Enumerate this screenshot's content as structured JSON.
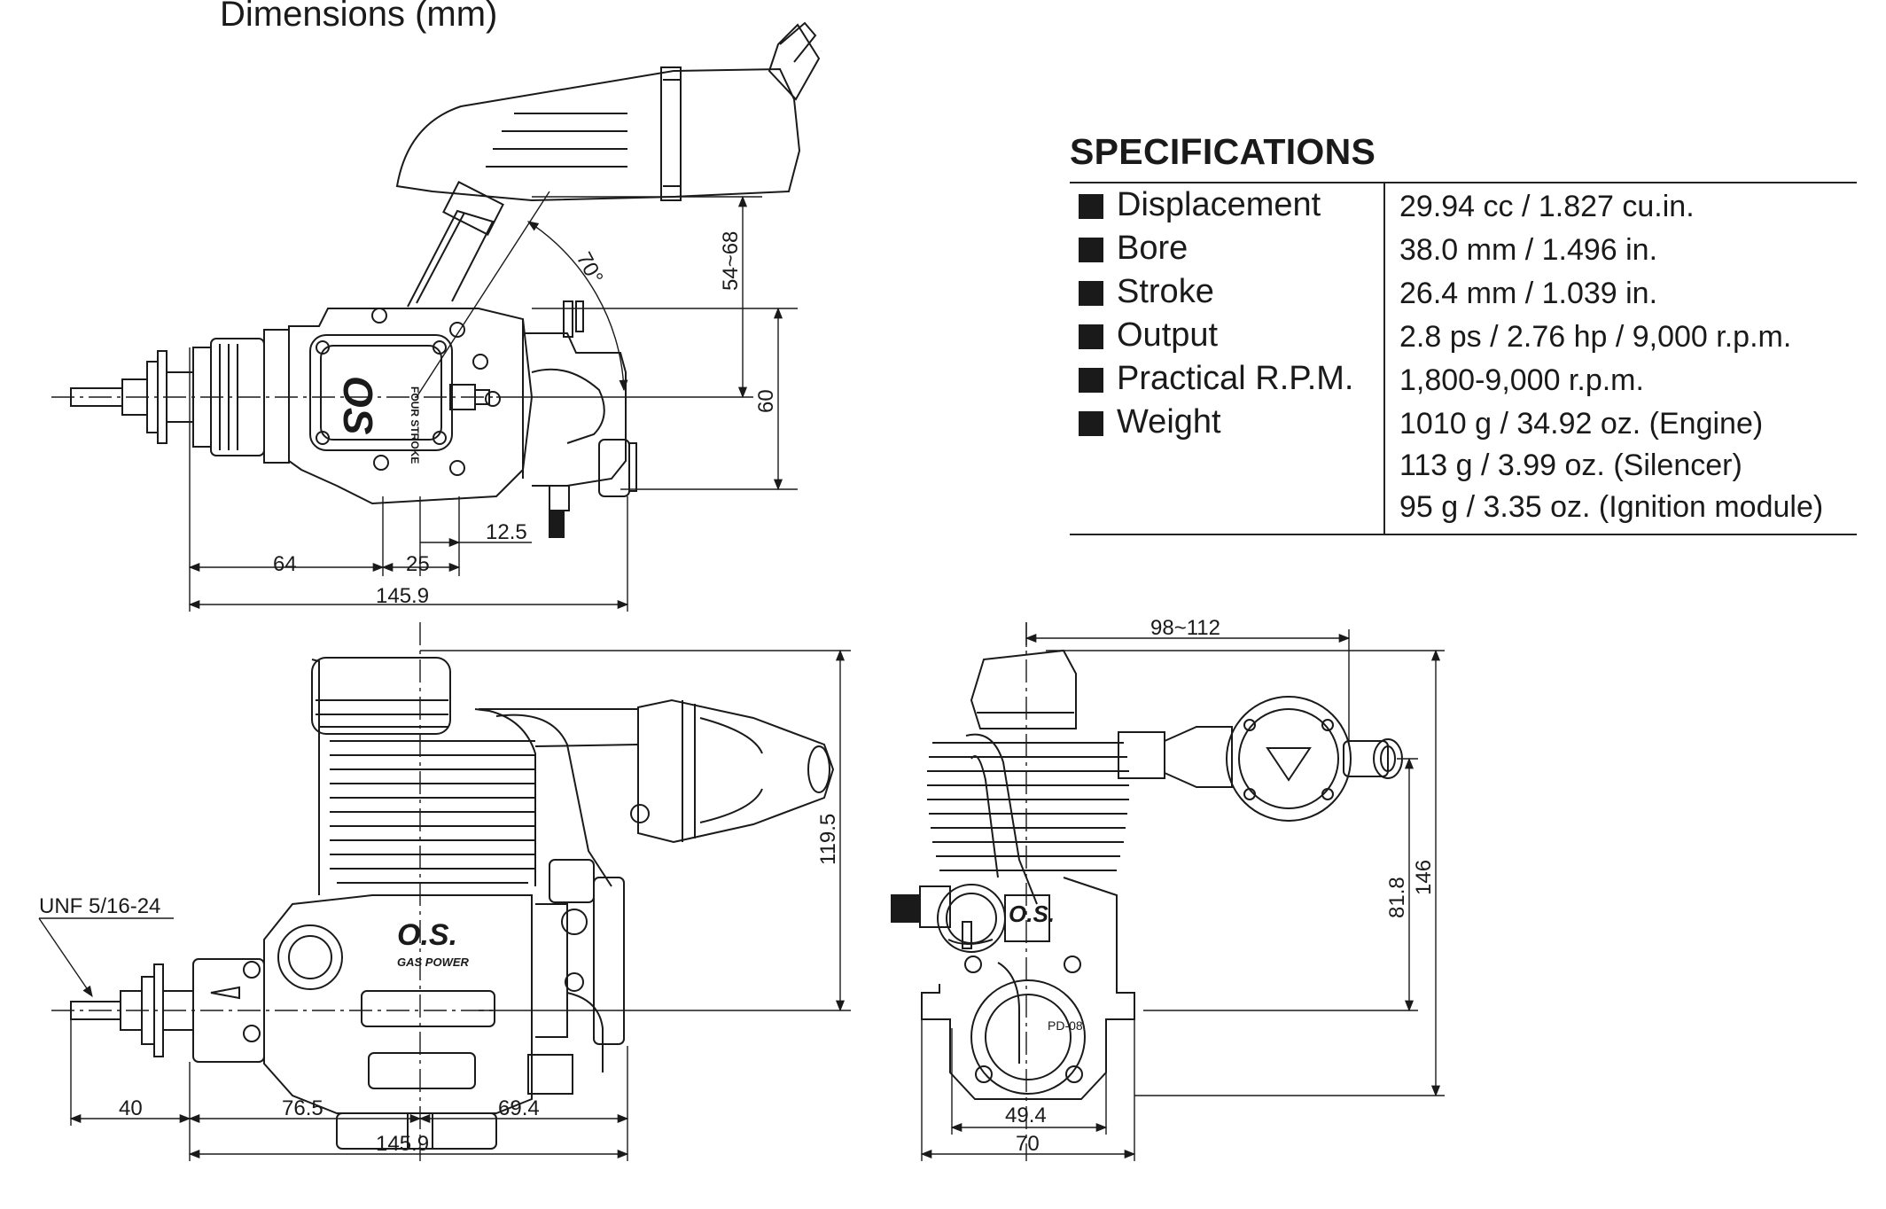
{
  "title": "Dimensions (mm)",
  "specifications": {
    "heading": "SPECIFICATIONS",
    "rows": [
      {
        "label": "Displacement",
        "values": [
          "29.94 cc / 1.827 cu.in."
        ]
      },
      {
        "label": "Bore",
        "values": [
          "38.0 mm / 1.496 in."
        ]
      },
      {
        "label": "Stroke",
        "values": [
          "26.4 mm / 1.039 in."
        ]
      },
      {
        "label": "Output",
        "values": [
          "2.8 ps / 2.76 hp / 9,000 r.p.m."
        ]
      },
      {
        "label": "Practical R.P.M.",
        "values": [
          "1,800-9,000 r.p.m."
        ]
      },
      {
        "label": "Weight",
        "values": [
          "1010 g / 34.92 oz. (Engine)",
          "113 g / 3.99 oz. (Silencer)",
          "95 g / 3.35 oz. (Ignition module)"
        ]
      }
    ]
  },
  "top_view": {
    "angle": "70°",
    "silencer_height": "54~68",
    "height": "60",
    "offset_a": "12.5",
    "offset_b": "25",
    "offset_c": "64",
    "overall_length": "145.9",
    "logo_main": "OS",
    "logo_sub": "FOUR STROKE"
  },
  "side_view": {
    "thread": "UNF 5/16-24",
    "height": "119.5",
    "prop_length": "40",
    "front_length": "76.5",
    "rear_length": "69.4",
    "overall_length": "145.9",
    "logo_main": "O.S.",
    "logo_sub": "GAS POWER"
  },
  "rear_view": {
    "silencer_span": "98~112",
    "height_total": "146",
    "height_center": "81.8",
    "mount_inner": "49.4",
    "mount_outer": "70",
    "logo_main": "O.S.",
    "module_label": "PD-08"
  }
}
